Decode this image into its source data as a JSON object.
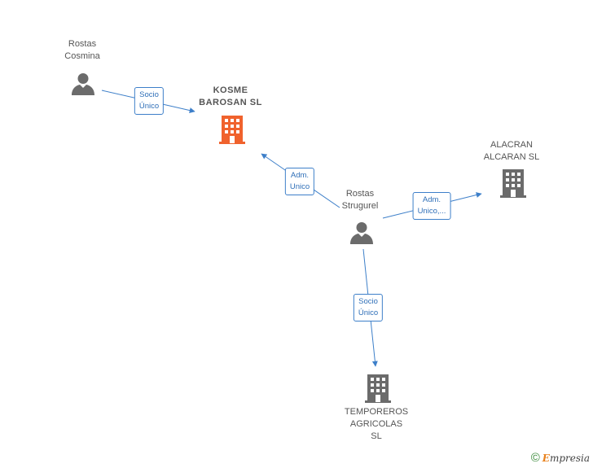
{
  "nodes": {
    "rostas_cosmina": {
      "label": "Rostas\nCosmina",
      "kind": "person"
    },
    "kosme_barosan": {
      "label": "KOSME\nBAROSAN  SL",
      "kind": "company-focus"
    },
    "alacran_alcaran": {
      "label": "ALACRAN\nALCARAN  SL",
      "kind": "company"
    },
    "rostas_strugurel": {
      "label": "Rostas\nStrugurel",
      "kind": "person"
    },
    "temporeros_agricolas": {
      "label": "TEMPOREROS\nAGRICOLAS\nSL",
      "kind": "company"
    }
  },
  "edges": {
    "e1": {
      "label": "Socio\nÚnico",
      "from": "rostas_cosmina",
      "to": "kosme_barosan"
    },
    "e2": {
      "label": "Adm.\nUnico",
      "from": "rostas_strugurel",
      "to": "kosme_barosan"
    },
    "e3": {
      "label": "Adm.\nUnico,...",
      "from": "rostas_strugurel",
      "to": "alacran_alcaran"
    },
    "e4": {
      "label": "Socio\nÚnico",
      "from": "rostas_strugurel",
      "to": "temporeros_agricolas"
    }
  },
  "colors": {
    "edge": "#3d7fc9",
    "person": "#6b6b6b",
    "company": "#6b6b6b",
    "focus_company": "#f0622d"
  },
  "footer": {
    "copyright_symbol": "©",
    "brand_initial": "E",
    "brand_rest": "mpresia"
  }
}
